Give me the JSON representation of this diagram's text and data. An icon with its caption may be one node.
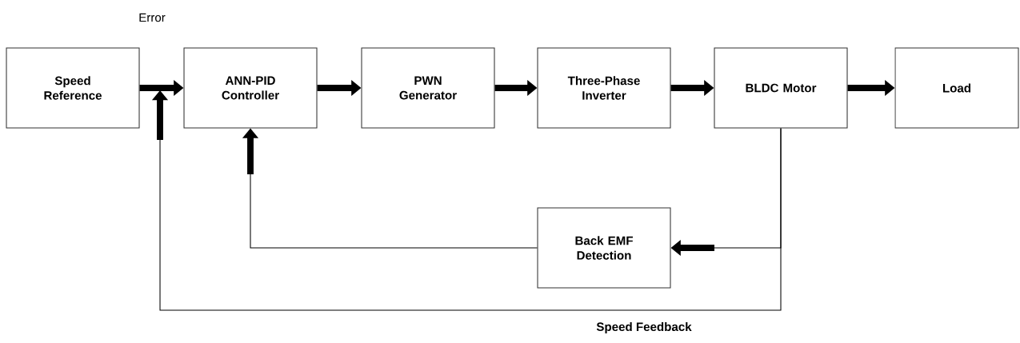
{
  "diagram": {
    "nodes": [
      {
        "text": [
          "Speed Reference"
        ]
      },
      {
        "text": [
          "ANN-PID Controller"
        ]
      },
      {
        "text": [
          "PWN Generator"
        ]
      },
      {
        "text": [
          "Three-Phase Inverter"
        ]
      },
      {
        "text": [
          "BLDC Motor"
        ]
      },
      {
        "text": [
          "Load"
        ]
      },
      {
        "text": [
          "Back EMF Detection"
        ]
      }
    ],
    "edges": [
      {
        "from": 0,
        "to": 1,
        "arrow": "to"
      },
      {
        "from": 1,
        "to": 2,
        "arrow": "to"
      },
      {
        "from": 2,
        "to": 3,
        "arrow": "to"
      },
      {
        "from": 3,
        "to": 4,
        "arrow": "to"
      },
      {
        "from": 4,
        "to": 5,
        "arrow": "to"
      },
      {
        "from": 4,
        "to": 6,
        "arrow": "to"
      },
      {
        "from": 6,
        "to": 1,
        "arrow": "to"
      },
      {
        "from": 4,
        "to": null,
        "arrow": "to",
        "label": "Speed Feedback"
      }
    ],
    "labels": [
      "Error"
    ]
  }
}
